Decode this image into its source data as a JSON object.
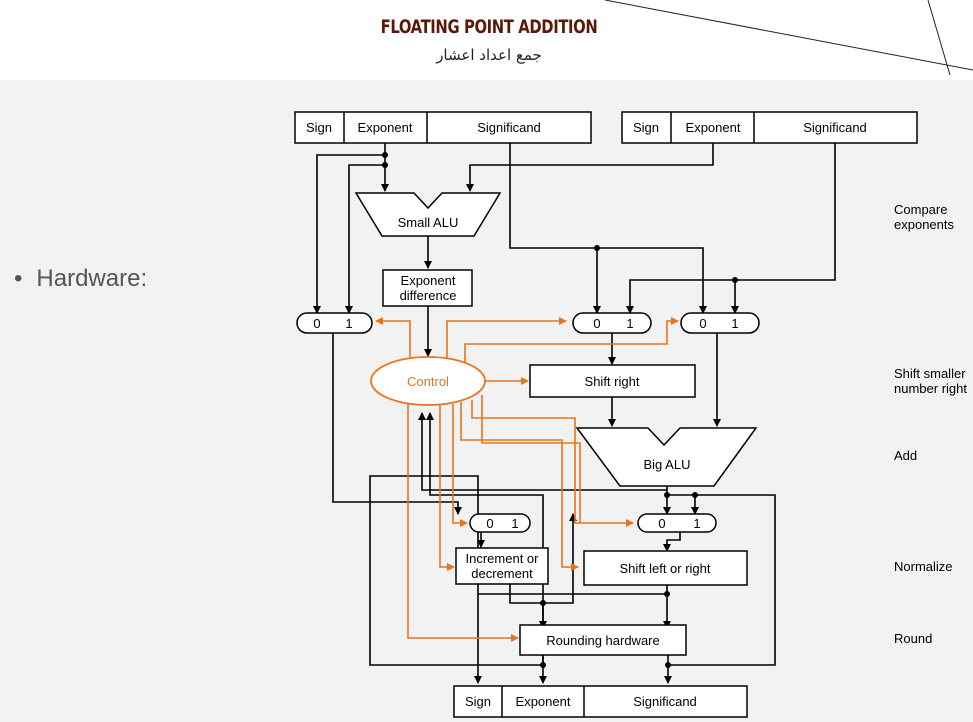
{
  "slide": {
    "title": "FLOATING POINT ADDITION",
    "subtitle": "جمع اعداد اعشار",
    "bullet": "Hardware:"
  },
  "diagram": {
    "operand_a": {
      "sign": "Sign",
      "exponent": "Exponent",
      "significand": "Significand"
    },
    "operand_b": {
      "sign": "Sign",
      "exponent": "Exponent",
      "significand": "Significand"
    },
    "result": {
      "sign": "Sign",
      "exponent": "Exponent",
      "significand": "Significand"
    },
    "small_alu": "Small ALU",
    "exponent_difference": [
      "Exponent",
      "difference"
    ],
    "control": "Control",
    "shift_right": "Shift right",
    "big_alu": "Big ALU",
    "increment_decrement": [
      "Increment or",
      "decrement"
    ],
    "shift_left_right": "Shift left or right",
    "rounding_hardware": "Rounding hardware",
    "mux_labels": {
      "zero": "0",
      "one": "1"
    },
    "stages": {
      "compare": [
        "Compare",
        "exponents"
      ],
      "shift": [
        "Shift smaller",
        "number right"
      ],
      "add": "Add",
      "normalize": "Normalize",
      "round": "Round"
    }
  },
  "colors": {
    "control": "#e8741c",
    "title": "#5a1a0a",
    "line": "#000000"
  }
}
